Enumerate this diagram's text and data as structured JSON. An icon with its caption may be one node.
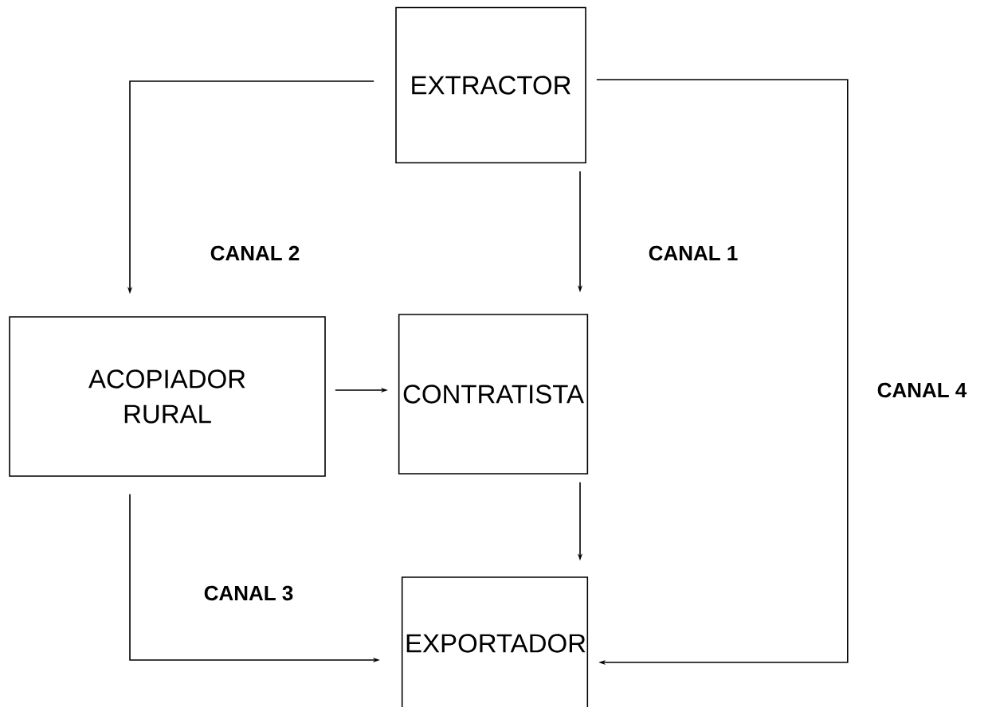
{
  "diagram": {
    "nodes": [
      {
        "text": [
          "EXTRACTOR"
        ]
      },
      {
        "text": [
          "ACOPIADOR RURAL"
        ]
      },
      {
        "text": [
          "CONTRATISTA"
        ]
      },
      {
        "text": [
          "EXPORTADOR"
        ]
      }
    ],
    "edges": [
      {
        "from": 0,
        "to": 1,
        "arrow": "to"
      },
      {
        "from": 0,
        "to": 2,
        "arrow": "to"
      },
      {
        "from": 1,
        "to": 2,
        "arrow": "to"
      },
      {
        "from": 2,
        "to": 3,
        "arrow": "to"
      },
      {
        "from": 1,
        "to": 3,
        "arrow": "to"
      },
      {
        "from": 0,
        "to": 3,
        "arrow": "to"
      }
    ],
    "labels": [
      "CANAL 2",
      "CANAL 1",
      "CANAL 4",
      "CANAL 3"
    ]
  }
}
